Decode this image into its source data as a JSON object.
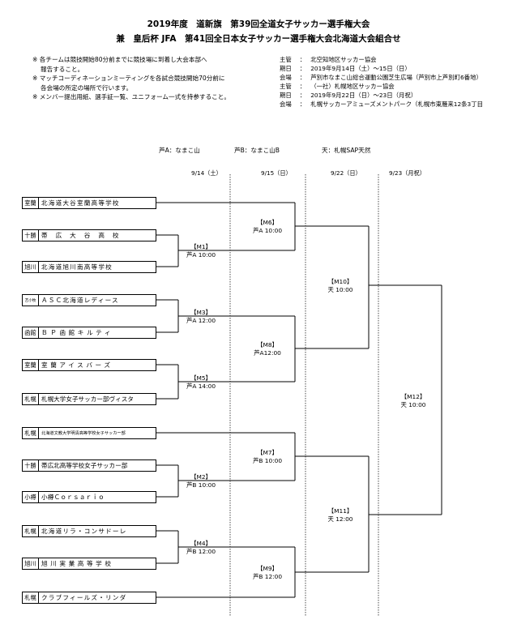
{
  "header": {
    "title1": "2019年度　道新旗　第39回全道女子サッカー選手権大会",
    "title2": "兼　皇后杯 JFA　第41回全日本女子サッカー選手権大会北海道大会組合せ"
  },
  "notes": [
    "※ 各チームは競技開始80分前までに競技場に到着し大会本部へ",
    "　 報告すること。",
    "※ マッチコーディネーションミーティングを各試合競技開始70分前に",
    "　 各会場の所定の場所で行います。",
    "※ メンバー提出用紙、選手証一覧、ユニフォーム一式を持参すること。"
  ],
  "info": [
    {
      "key": "主管",
      "value": "北空知地区サッカー協会"
    },
    {
      "key": "期日",
      "value": "2019年9月14日（土）～15日（日）"
    },
    {
      "key": "会場",
      "value": "芦別市なまこ山総合運動公園芝生広場（芦別市上芦別町6番地）"
    },
    {
      "key": "主管",
      "value": "（一社）札幌地区サッカー協会"
    },
    {
      "key": "期日",
      "value": "2019年9月22日（日）～23日（月祝）"
    },
    {
      "key": "会場",
      "value": "札幌サッカーアミューズメントパーク（札幌市東雁来12条3丁目"
    }
  ],
  "info_colon": "：",
  "venues": {
    "a": "芦A：なまこ山",
    "b": "芦B：なまこ山B",
    "c": "天：札幌SAP天然"
  },
  "dates": [
    "9/14（土）",
    "9/15（日）",
    "9/22（日）",
    "9/23（月祝）"
  ],
  "teams": [
    {
      "area": "室蘭",
      "name": "北海道大谷室蘭高等学校"
    },
    {
      "area": "十勝",
      "name": "帯　広　大　谷　高　校"
    },
    {
      "area": "旭川",
      "name": "北海道旭川南高等学校"
    },
    {
      "area": "苫小牧",
      "name": "ＡＳＣ北海道レディース"
    },
    {
      "area": "函館",
      "name": "ＢＰ函館キルティ"
    },
    {
      "area": "室蘭",
      "name": "室蘭アイスバーズ"
    },
    {
      "area": "札幌",
      "name": "札幌大学女子サッカー部ヴィスタ"
    },
    {
      "area": "札幌",
      "name": "北海道文教大学明清高等学校女子サッカー部"
    },
    {
      "area": "十勝",
      "name": "帯広北高等学校女子サッカー部"
    },
    {
      "area": "小樽",
      "name": "小樽Ｃｏｒｓａｒｉｏ"
    },
    {
      "area": "札幌",
      "name": "北海道リラ・コンサドーレ"
    },
    {
      "area": "旭川",
      "name": "旭川実業高等学校"
    },
    {
      "area": "札幌",
      "name": "クラブフィールズ・リンダ"
    }
  ],
  "matches": [
    {
      "id": "【M1】",
      "info": "芦A 10:00"
    },
    {
      "id": "【M2】",
      "info": "芦B 10:00"
    },
    {
      "id": "【M3】",
      "info": "芦A 12:00"
    },
    {
      "id": "【M4】",
      "info": "芦B 12:00"
    },
    {
      "id": "【M5】",
      "info": "芦A 14:00"
    },
    {
      "id": "【M6】",
      "info": "芦A 10:00"
    },
    {
      "id": "【M7】",
      "info": "芦B 10:00"
    },
    {
      "id": "【M8】",
      "info": "芦A12:00"
    },
    {
      "id": "【M9】",
      "info": "芦B 12:00"
    },
    {
      "id": "【M10】",
      "info": "天 10:00"
    },
    {
      "id": "【M11】",
      "info": "天 12:00"
    },
    {
      "id": "【M12】",
      "info": "天 10:00"
    }
  ]
}
